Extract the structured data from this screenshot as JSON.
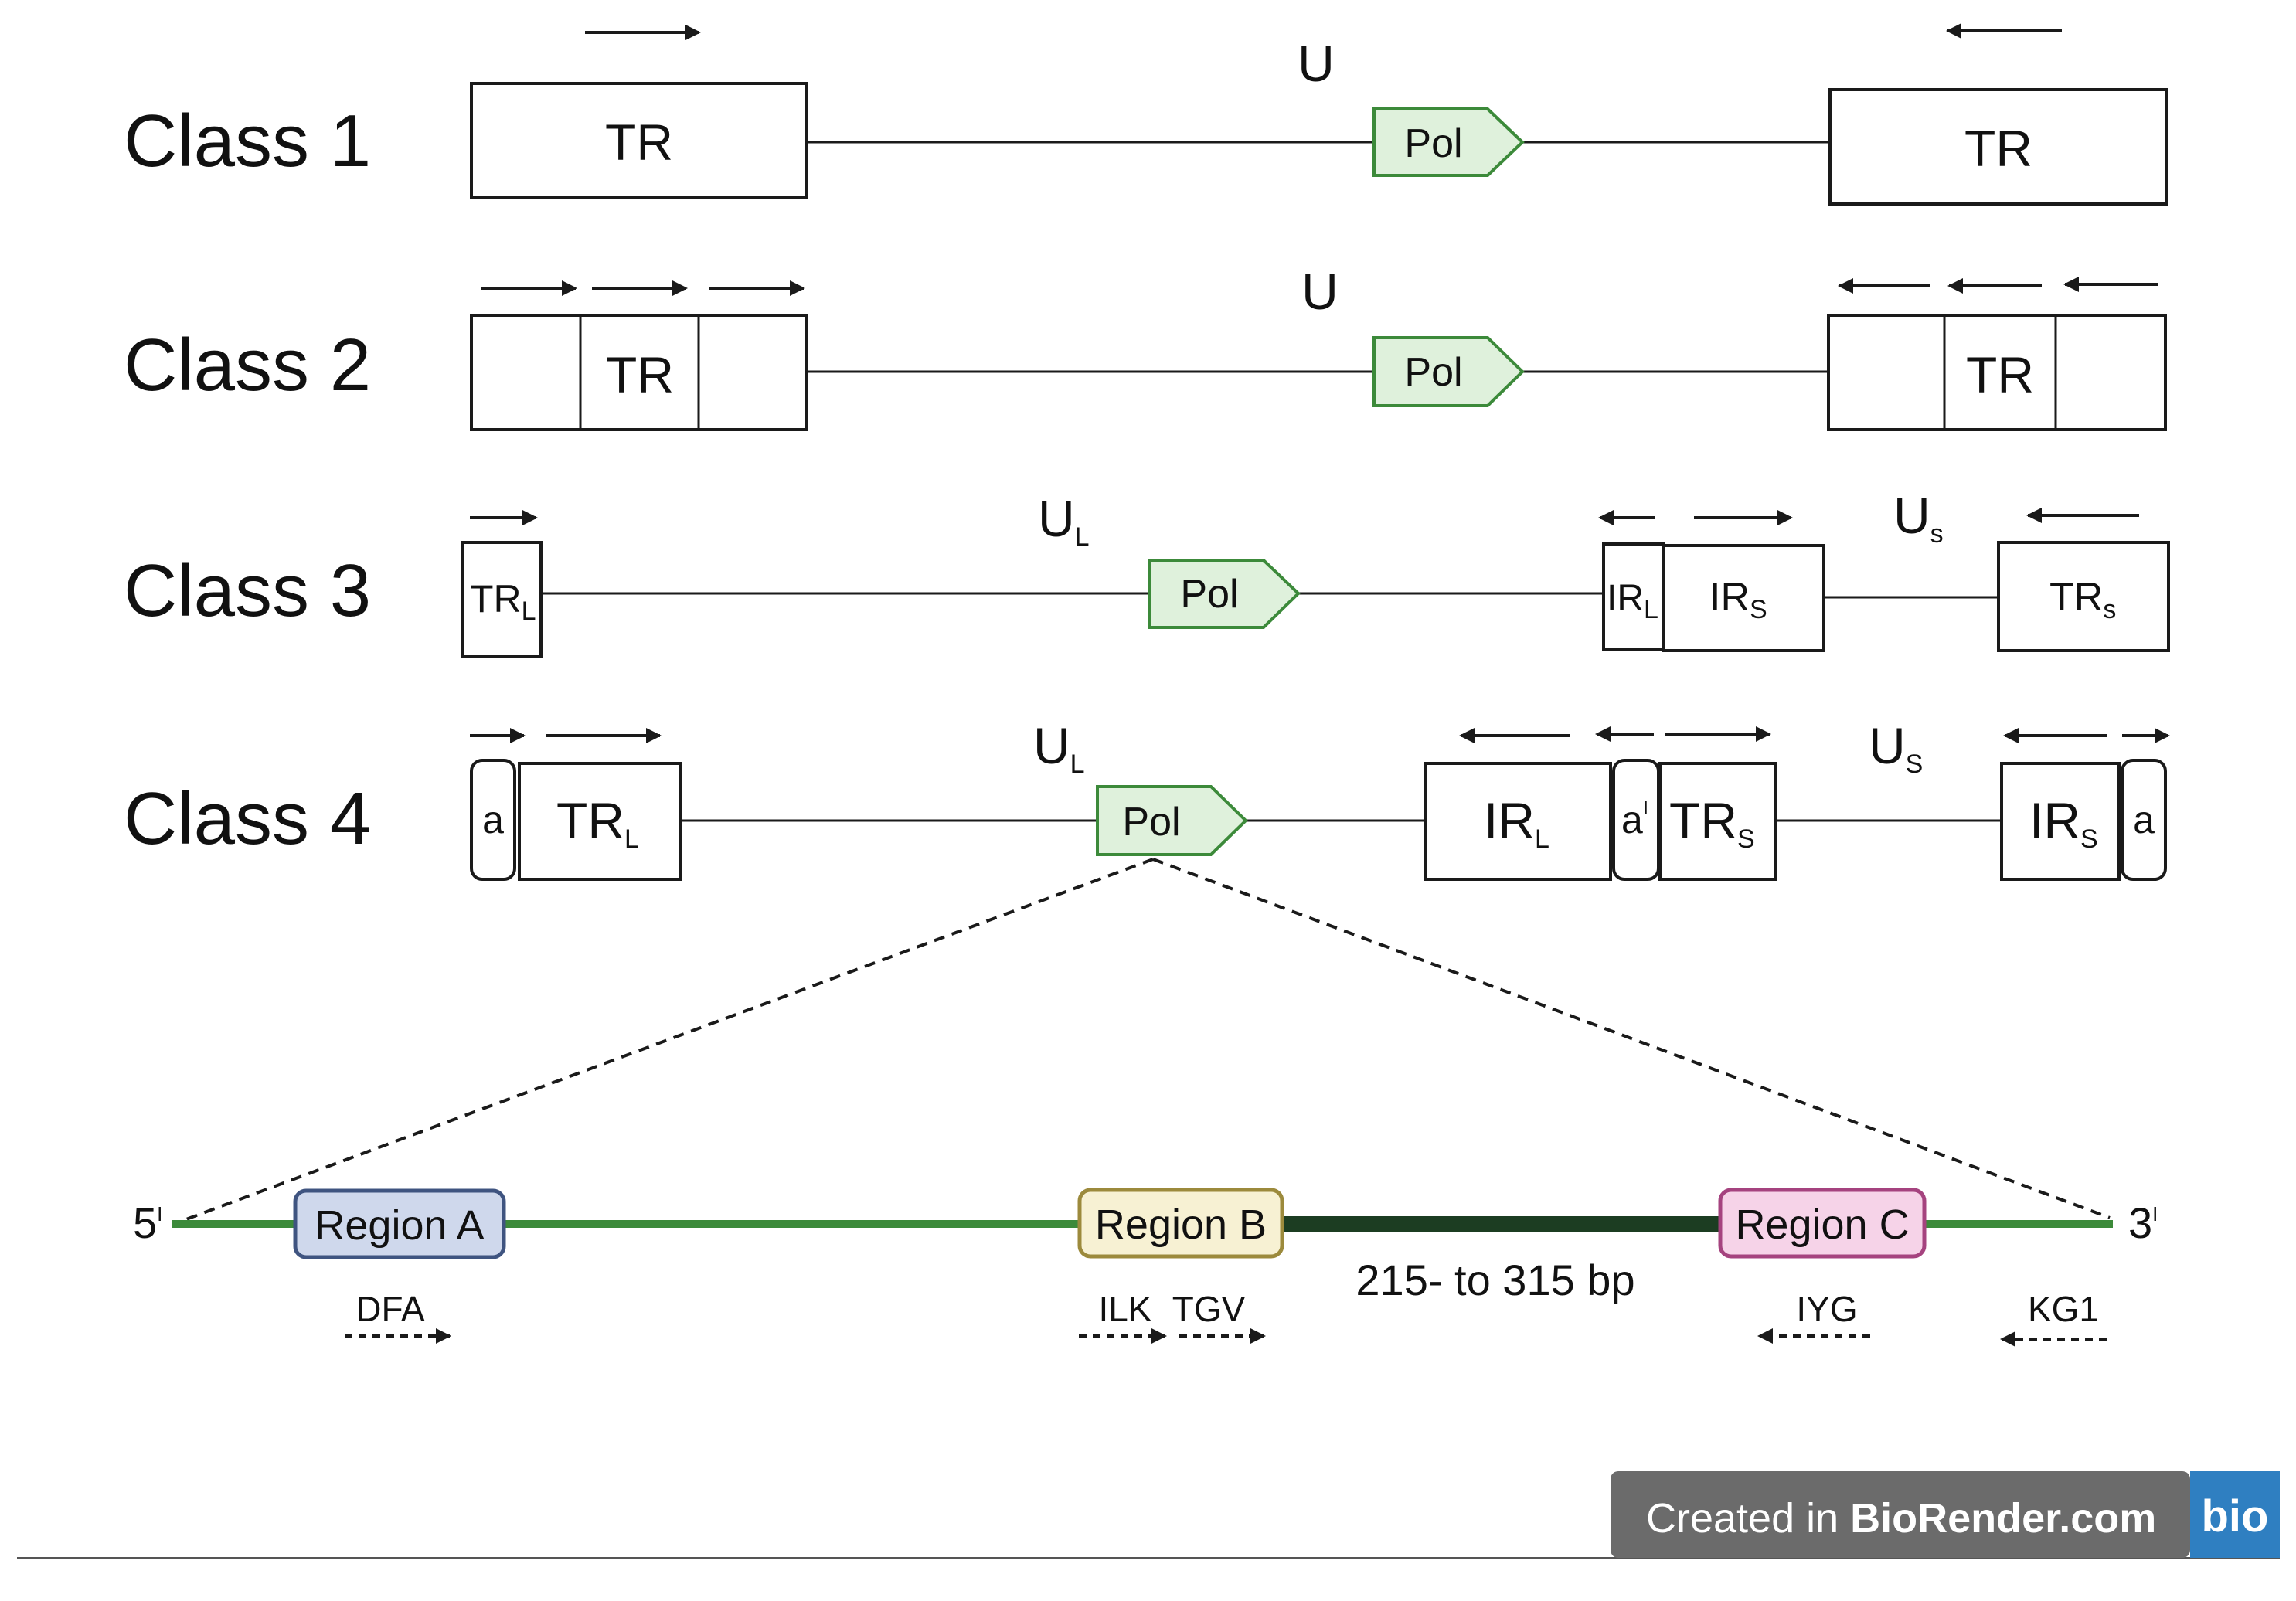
{
  "classes": [
    {
      "label": "Class 1",
      "unique": "U"
    },
    {
      "label": "Class 2",
      "unique": "U"
    },
    {
      "label": "Class 3",
      "unique_long": "U",
      "unique_long_sub": "L",
      "unique_short": "U",
      "unique_short_sub": "s"
    },
    {
      "label": "Class 4",
      "unique_long": "U",
      "unique_long_sub": "L",
      "unique_short": "U",
      "unique_short_sub": "S"
    }
  ],
  "segments": {
    "tr": "TR",
    "tr_base": "TR",
    "ir_base": "IR",
    "sub_L": "L",
    "sub_S": "S",
    "sub_s": "s",
    "a": "a",
    "a_prime": "a",
    "prime_mark": "I"
  },
  "pol_label": "Pol",
  "pol_gene": {
    "end5": "5",
    "end3": "3",
    "prime_mark": "I",
    "regions": [
      {
        "label": "Region A",
        "fill": "#cfd8ec",
        "stroke": "#3f5480"
      },
      {
        "label": "Region B",
        "fill": "#f7f1d3",
        "stroke": "#9c8a3c"
      },
      {
        "label": "Region C",
        "fill": "#f6d3e8",
        "stroke": "#a5437f"
      }
    ],
    "span_label": "215- to 315 bp",
    "primers": [
      "DFA",
      "ILK",
      "TGV",
      "IYG",
      "KG1"
    ]
  },
  "colors": {
    "pol_fill": "#dff1dc",
    "pol_stroke": "#3c8a3a",
    "gene_line": "#3c8a3a",
    "gene_thick": "#1c3d22",
    "badge_bg": "#6b6b6b",
    "badge_icon_bg": "#2f7fc1"
  },
  "badge": {
    "prefix": "Created in ",
    "brand": "BioRender.com",
    "icon_text": "bio"
  }
}
